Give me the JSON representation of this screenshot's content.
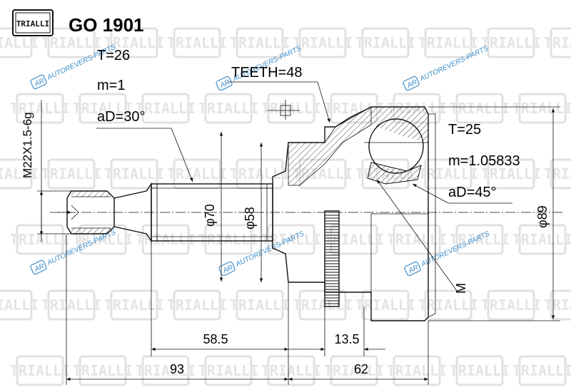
{
  "header": {
    "logo_text": "TRIALLI",
    "part_number": "GO 1901"
  },
  "watermark": {
    "badge": "AR",
    "text": "AUTOREVERS-PARTS"
  },
  "thread_spec": "M22X1.5-6g",
  "outer_spline": {
    "teeth": "T=26",
    "module": "m=1",
    "pressure_angle": "aD=30°"
  },
  "abs_ring": {
    "teeth": "TEETH=48"
  },
  "inner_spline": {
    "teeth": "T=25",
    "module": "m=1.05833",
    "pressure_angle": "aD=45°"
  },
  "dimensions": {
    "phi70": "φ70",
    "phi58": "φ58",
    "phi89": "φ89",
    "d58_5": "58.5",
    "d13_5": "13.5",
    "d93": "93",
    "d62": "62",
    "m_label": "M"
  }
}
